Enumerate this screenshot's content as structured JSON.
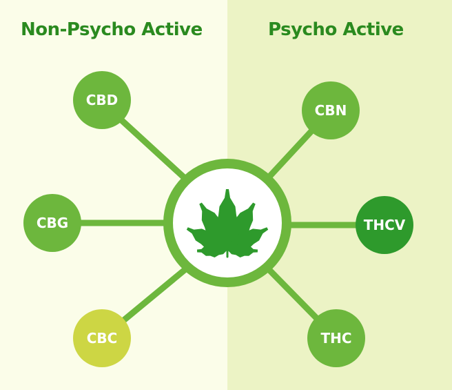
{
  "headings": {
    "left": "Non-Psycho Active",
    "right": "Psycho Active"
  },
  "nodes": {
    "cbd": "CBD",
    "cbg": "CBG",
    "cbc": "CBC",
    "cbn": "CBN",
    "thcv": "THCV",
    "thc": "THC"
  },
  "center_icon": "cannabis-leaf-icon",
  "colors": {
    "left_bg": "#fbfde9",
    "right_bg": "#ecf3c5",
    "heading": "#2a8a1f",
    "line": "#6db73d",
    "node_green": "#6db73d",
    "node_dark": "#2e9a2c",
    "node_yellow": "#cdd644",
    "center_ring": "#6db73d",
    "leaf": "#2e9a2c"
  }
}
